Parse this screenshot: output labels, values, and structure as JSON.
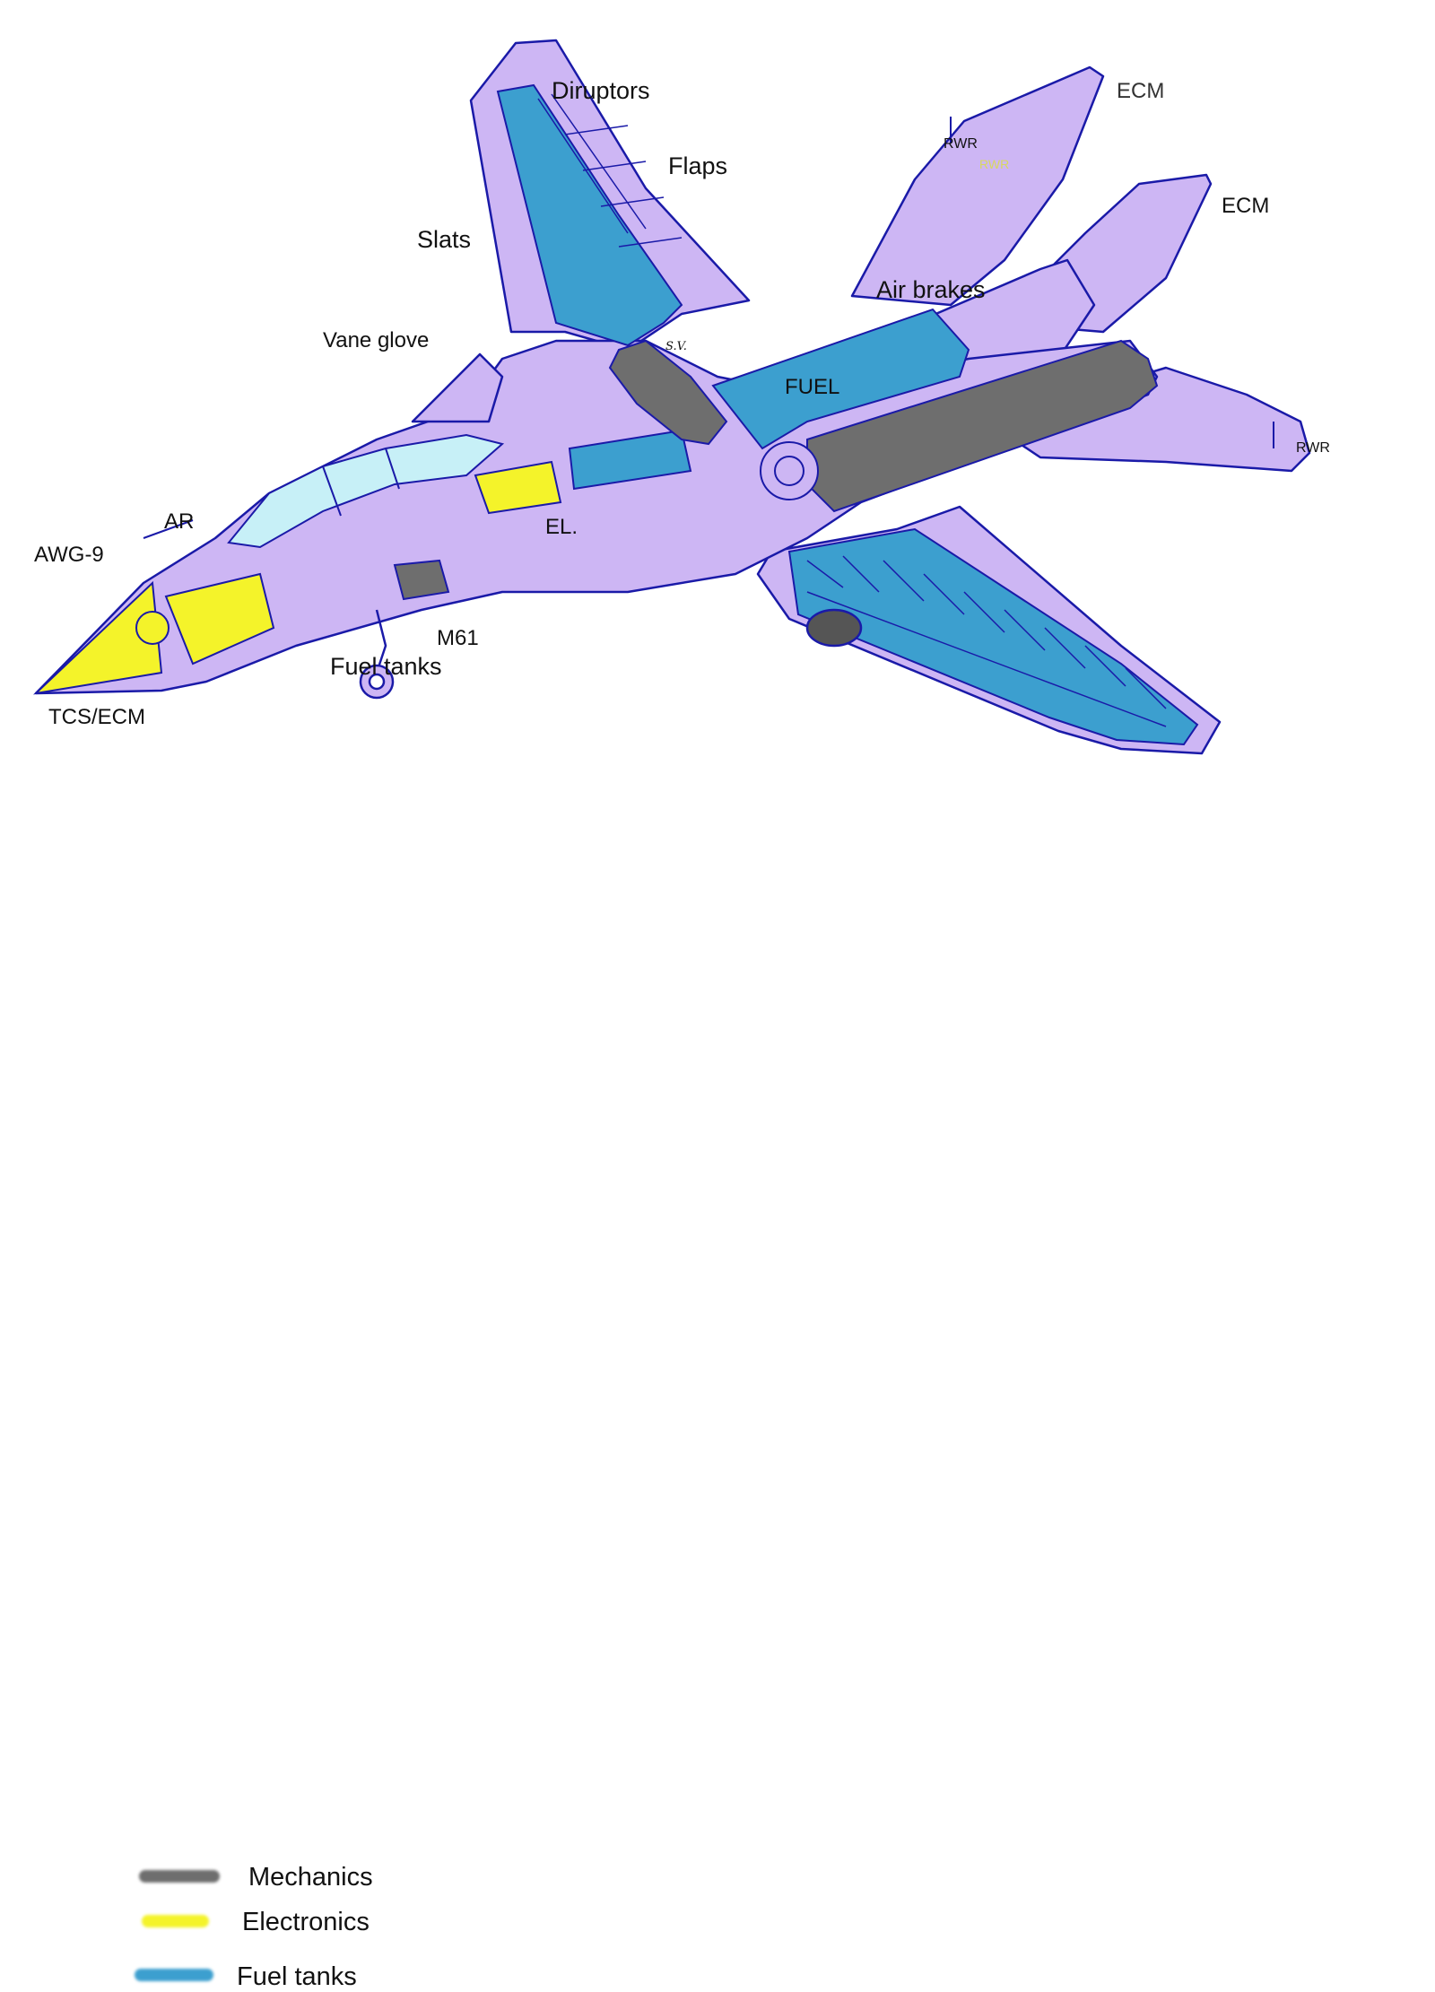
{
  "colors": {
    "airframe": "#cdb6f4",
    "outline": "#1a1aa8",
    "mechanics": "#6e6e6e",
    "electronics": "#f4f32a",
    "fuel_tanks": "#3c9fcf",
    "canopy": "#c7f0f7"
  },
  "labels": {
    "diruptors": "Diruptors",
    "flaps": "Flaps",
    "slats": "Slats",
    "vane_glove": "Vane glove",
    "ecm_top": "ECM",
    "ecm_right": "ECM",
    "rwr_tail": "RWR",
    "rwr_tail_faint": "RWR",
    "rwr_wing": "RWR",
    "air_brakes": "Air brakes",
    "fuel": "FUEL",
    "el": "EL.",
    "ar": "AR",
    "awg9": "AWG-9",
    "m61": "M61",
    "fuel_tanks_gear": "Fuel tanks",
    "tcs_ecm": "TCS/ECM",
    "sv": "S.V."
  },
  "legend": [
    {
      "label": "Mechanics",
      "color": "#6e6e6e"
    },
    {
      "label": "Electronics",
      "color": "#f4f32a"
    },
    {
      "label": "Fuel tanks",
      "color": "#3c9fcf"
    }
  ]
}
